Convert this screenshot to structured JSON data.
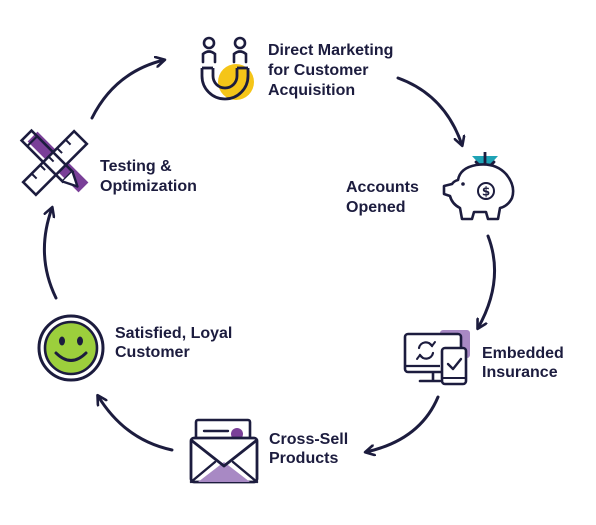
{
  "steps": [
    {
      "id": "direct-marketing",
      "icon": "magnet-people-icon",
      "lines": [
        "Direct Marketing",
        "for Customer",
        "Acquisition"
      ]
    },
    {
      "id": "accounts-opened",
      "icon": "piggy-bank-icon",
      "lines": [
        "Accounts",
        "Opened"
      ]
    },
    {
      "id": "embedded-insurance",
      "icon": "devices-sync-icon",
      "lines": [
        "Embedded",
        "Insurance"
      ]
    },
    {
      "id": "cross-sell",
      "icon": "envelope-icon",
      "lines": [
        "Cross-Sell",
        "Products"
      ]
    },
    {
      "id": "satisfied-customer",
      "icon": "smiley-face-icon",
      "lines": [
        "Satisfied, Loyal",
        "Customer"
      ]
    },
    {
      "id": "testing-optimization",
      "icon": "ruler-pencil-icon",
      "lines": [
        "Testing &",
        "Optimization"
      ]
    }
  ],
  "colors": {
    "ink": "#1c1c3e",
    "yellow": "#f5c518",
    "purple": "#7a3f98",
    "lavender": "#a889c4",
    "teal": "#1fa3b5",
    "lime": "#9ccf3c"
  }
}
